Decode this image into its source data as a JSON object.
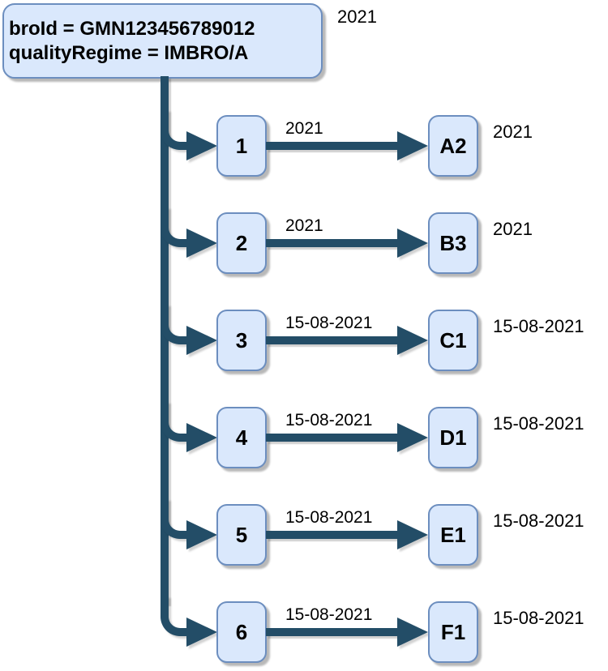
{
  "diagram": {
    "type": "tree",
    "root": {
      "line1": "broId = GMN123456789012",
      "line2": "qualityRegime = IMBRO/A",
      "year_label": "2021"
    },
    "rows": [
      {
        "source": "1",
        "edge_label": "2021",
        "target": "A2",
        "target_label": "2021"
      },
      {
        "source": "2",
        "edge_label": "2021",
        "target": "B3",
        "target_label": "2021"
      },
      {
        "source": "3",
        "edge_label": "15-08-2021",
        "target": "C1",
        "target_label": "15-08-2021"
      },
      {
        "source": "4",
        "edge_label": "15-08-2021",
        "target": "D1",
        "target_label": "15-08-2021"
      },
      {
        "source": "5",
        "edge_label": "15-08-2021",
        "target": "E1",
        "target_label": "15-08-2021"
      },
      {
        "source": "6",
        "edge_label": "15-08-2021",
        "target": "F1",
        "target_label": "15-08-2021"
      }
    ],
    "colors": {
      "node_fill": "#dae8fc",
      "node_border": "#6c8ebf",
      "connector": "#234d67",
      "text": "#000000"
    }
  }
}
